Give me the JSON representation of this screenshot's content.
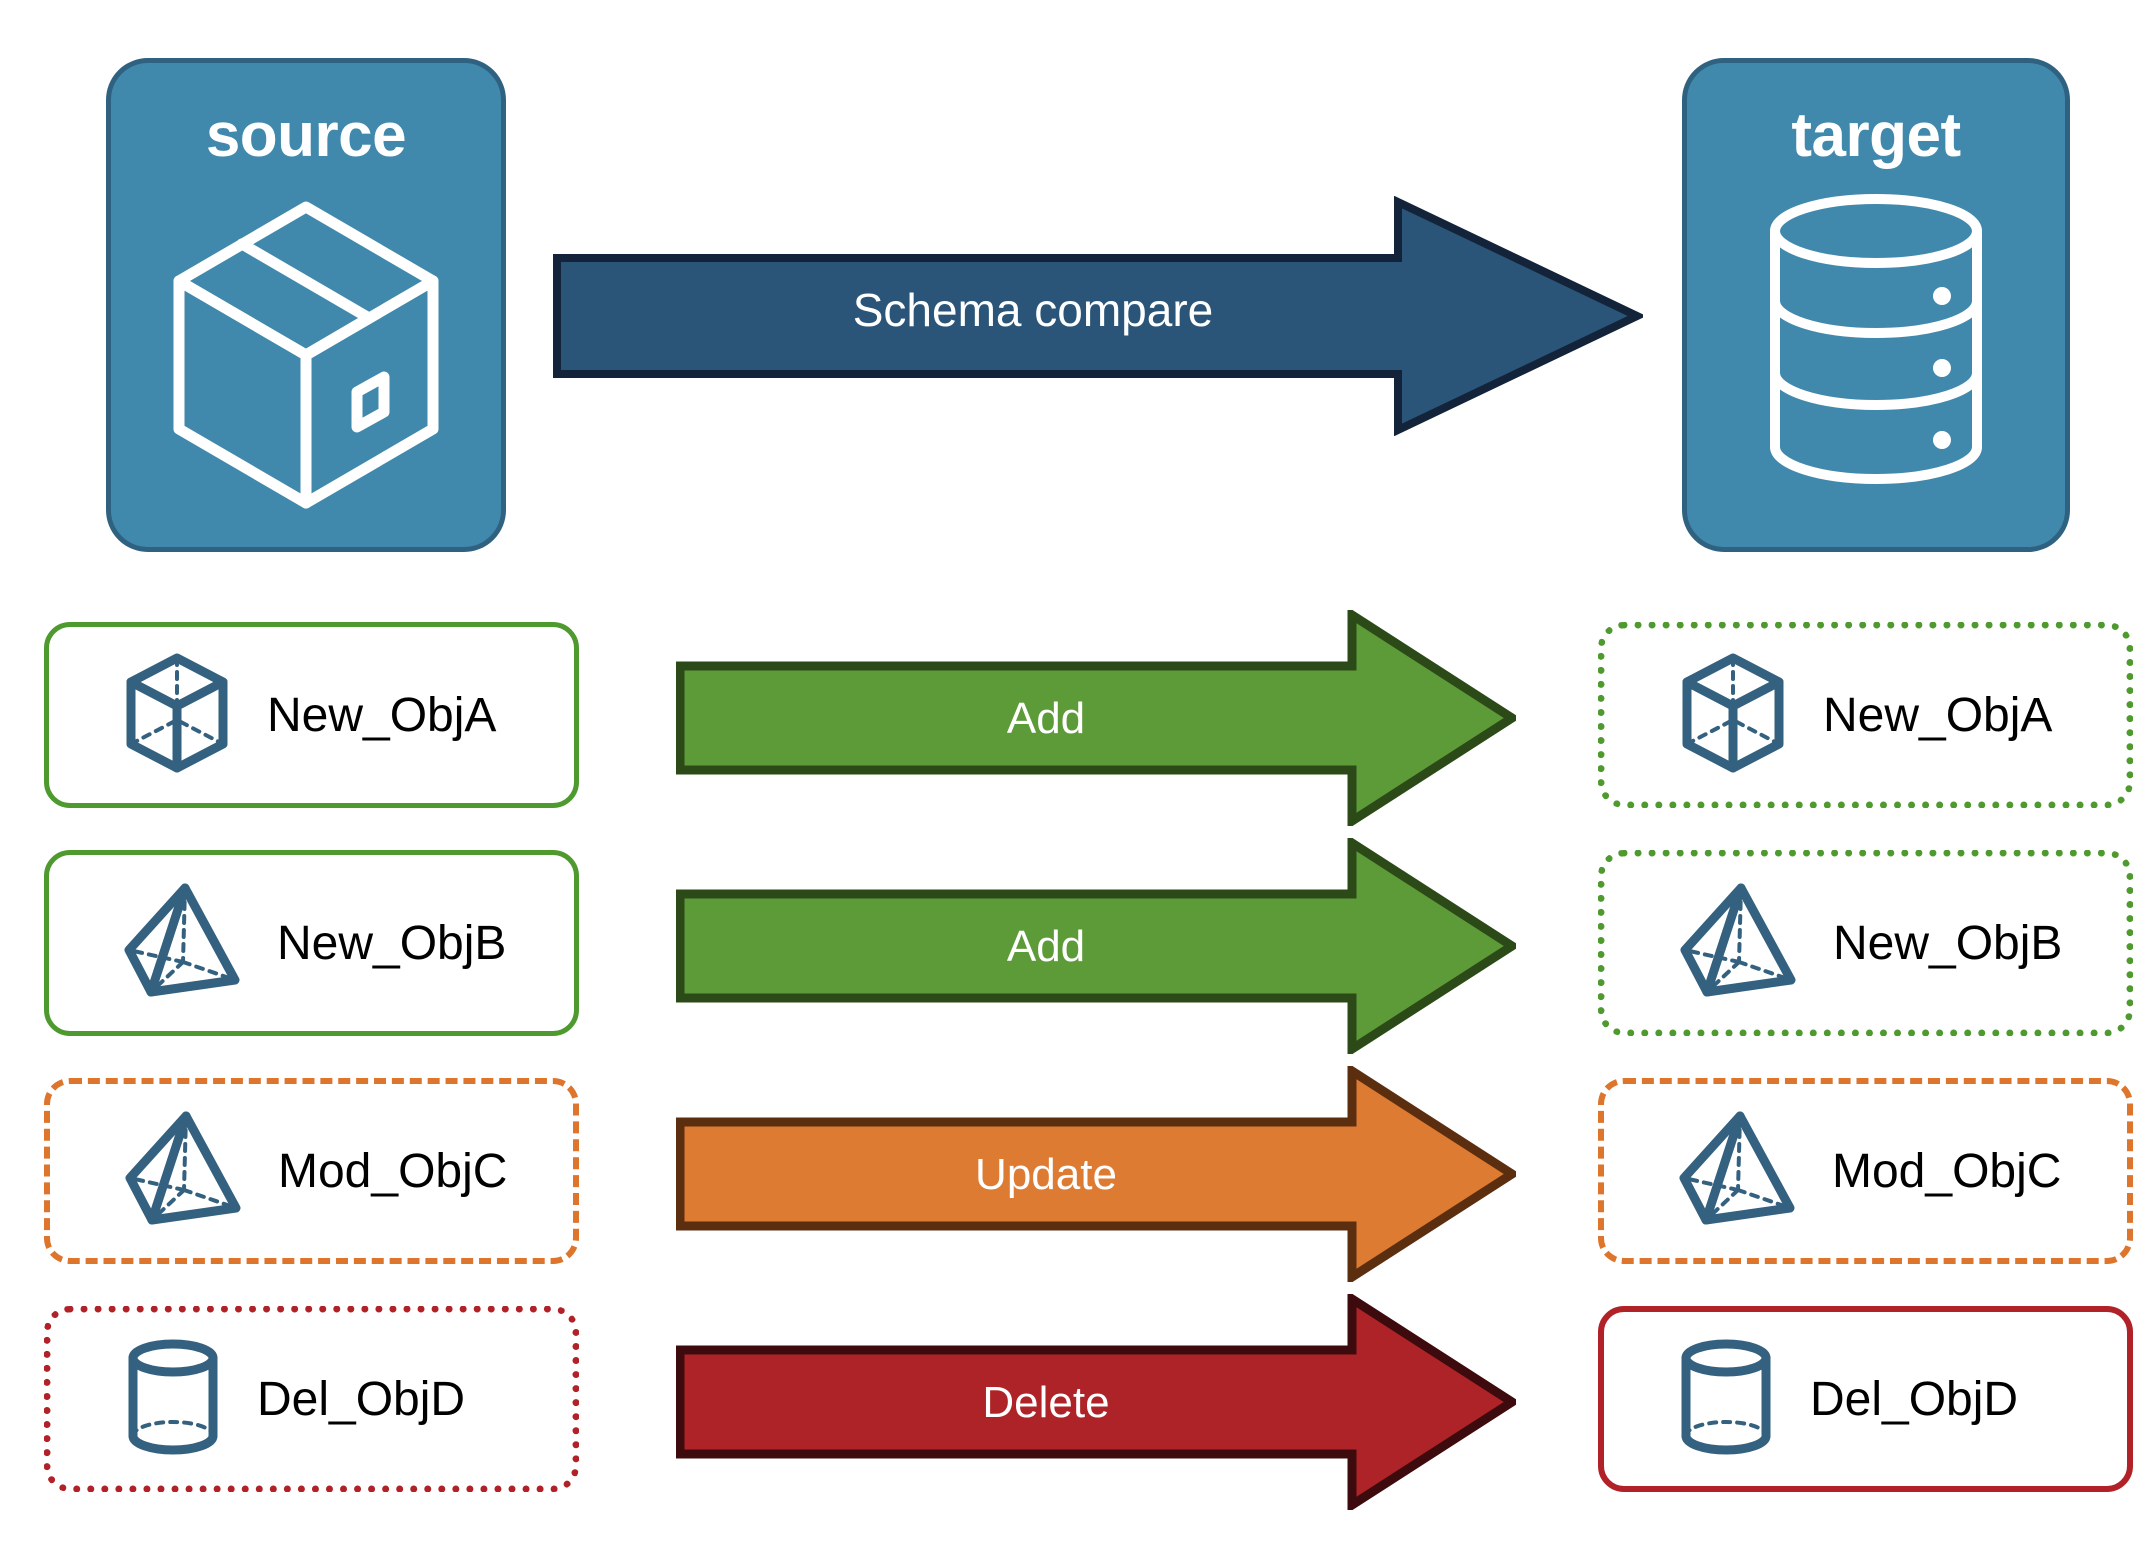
{
  "diagram": {
    "title": "Schema compare between source and target",
    "colors": {
      "endpoint_fill": "#4189AC",
      "endpoint_border": "#2F6280",
      "compare_arrow_fill": "#2A5578",
      "compare_arrow_border": "#13233A",
      "add_fill": "#5D9B38",
      "add_border": "#2C4A18",
      "update_fill": "#DD7B33",
      "update_border": "#5C2E10",
      "delete_fill": "#AE2327",
      "delete_border": "#3D0B0D",
      "object_icon": "#33617F",
      "green": "#4E9A2F",
      "orange": "#DD752D",
      "red": "#B02228"
    }
  },
  "endpoints": {
    "source": {
      "label": "source",
      "icon": "package-box-icon"
    },
    "target": {
      "label": "target",
      "icon": "database-cylinder-icon"
    }
  },
  "compare_arrow": {
    "label": "Schema compare"
  },
  "rows": [
    {
      "action": "Add",
      "source": {
        "label": "New_ObjA",
        "icon": "cube-wireframe-icon",
        "border_style": "solid",
        "border_color": "#4E9A2F"
      },
      "target": {
        "label": "New_ObjA",
        "icon": "cube-wireframe-icon",
        "border_style": "dotted",
        "border_color": "#4E9A2F"
      }
    },
    {
      "action": "Add",
      "source": {
        "label": "New_ObjB",
        "icon": "pyramid-wireframe-icon",
        "border_style": "solid",
        "border_color": "#4E9A2F"
      },
      "target": {
        "label": "New_ObjB",
        "icon": "pyramid-wireframe-icon",
        "border_style": "dotted",
        "border_color": "#4E9A2F"
      }
    },
    {
      "action": "Update",
      "source": {
        "label": "Mod_ObjC",
        "icon": "pyramid-wireframe-icon",
        "border_style": "dashed",
        "border_color": "#DD752D"
      },
      "target": {
        "label": "Mod_ObjC",
        "icon": "pyramid-wireframe-icon",
        "border_style": "dashed",
        "border_color": "#DD752D"
      }
    },
    {
      "action": "Delete",
      "source": {
        "label": "Del_ObjD",
        "icon": "cylinder-wireframe-icon",
        "border_style": "dotted",
        "border_color": "#B02228"
      },
      "target": {
        "label": "Del_ObjD",
        "icon": "cylinder-wireframe-icon",
        "border_style": "solid",
        "border_color": "#B02228"
      }
    }
  ]
}
